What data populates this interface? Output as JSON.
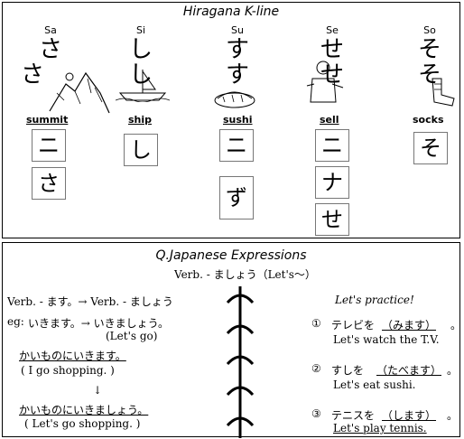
{
  "top": {
    "title": "Hiragana K-line",
    "columns": [
      {
        "romaji": "Sa",
        "kana": "さ",
        "word": "summit",
        "steps": [
          "ニ",
          "さ"
        ]
      },
      {
        "romaji": "Si",
        "kana": "し",
        "word": "ship",
        "steps": [
          "し"
        ]
      },
      {
        "romaji": "Su",
        "kana": "す",
        "word": "sushi",
        "steps": [
          "ニ",
          "ず"
        ]
      },
      {
        "romaji": "Se",
        "kana": "せ",
        "word": "sell",
        "steps": [
          "ニ",
          "ナ",
          "せ"
        ]
      },
      {
        "romaji": "So",
        "kana": "そ",
        "word": "socks",
        "steps": [
          "そ"
        ]
      }
    ]
  },
  "bottom": {
    "title": "Q.Japanese Expressions",
    "subtitle": "Verb. - ましょう（Let's～）",
    "rule": "Verb. - ます。→  Verb. - ましょう",
    "eg_prefix": "eg:",
    "eg_line": "いきます。→  いきましょう。",
    "eg_translation": "(Let's go)",
    "example_plain": "かいものにいきます。",
    "example_plain_translation": "( I go shopping. )",
    "arrow": "↓",
    "example_volitional": "かいものにいきましょう。",
    "example_volitional_translation": "( Let's go shopping. )",
    "practice_title": "Let's practice!",
    "practice": [
      {
        "num": "①",
        "prompt": "テレビを",
        "answer": "（みます）",
        "end": "。",
        "translation": "Let's watch the T.V."
      },
      {
        "num": "②",
        "prompt": "すしを",
        "answer": "（たべます）",
        "end": "。",
        "translation": "Let's eat sushi."
      },
      {
        "num": "③",
        "prompt": "テニスを",
        "answer": "（します）",
        "end": "。",
        "translation": "Let's play tennis."
      }
    ]
  }
}
